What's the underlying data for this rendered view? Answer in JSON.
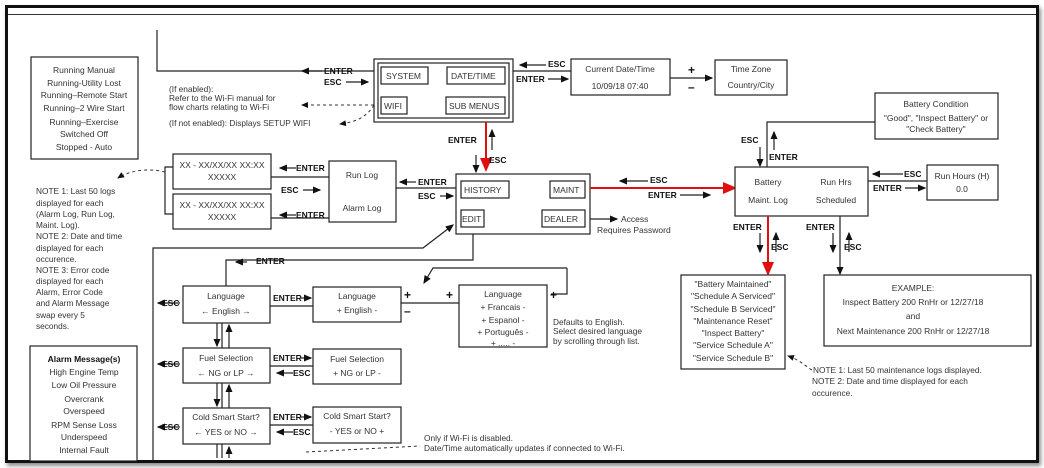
{
  "status_box": {
    "lines": [
      "Running Manual",
      "Running-Utility Lost",
      "Running–Remote Start",
      "Running–2 Wire Start",
      "Running–Exercise",
      "Switched Off",
      "Stopped - Auto"
    ]
  },
  "wifi_note": {
    "enabled_title": "(If enabled):",
    "enabled_line1": "Refer to the Wi-Fi manual for",
    "enabled_line2": "flow charts relating to Wi-Fi",
    "not_enabled": "(If not enabled): Displays SETUP WIFI"
  },
  "main_menu": {
    "system": "SYSTEM",
    "datetime": "DATE/TIME",
    "wifi": "WIFI",
    "submenus": "SUB MENUS"
  },
  "datetime_box": {
    "title": "Current Date/Time",
    "value": "10/09/18  07:40"
  },
  "timezone_box": {
    "title": "Time Zone",
    "value": "Country/City"
  },
  "battery_condition": {
    "title": "Battery Condition",
    "line1": "\"Good\", \"Inspect Battery\" or",
    "line2": "\"Check Battery\""
  },
  "submenu": {
    "history": "HISTORY",
    "maint": "MAINT",
    "edit": "EDIT",
    "dealer": "DEALER",
    "access1": "Access",
    "access2": "Requires Password"
  },
  "logs": {
    "entry_line1": "XX - XX/XX/XX XX:XX",
    "entry_line2": "XXXXX",
    "run_log": "Run Log",
    "alarm_log": "Alarm Log"
  },
  "maint_box": {
    "battery": "Battery",
    "maint_log": "Maint. Log",
    "run_hrs": "Run Hrs",
    "scheduled": "Scheduled"
  },
  "run_hours": {
    "title": "Run Hours (H)",
    "value": "0.0"
  },
  "notes_left": [
    "NOTE 1: Last 50 logs",
    "displayed for each",
    "(Alarm  Log, Run Log,",
    "Maint. Log).",
    "NOTE 2: Date and time",
    "displayed for each",
    "occurence.",
    "NOTE 3: Error code",
    "displayed for each",
    "Alarm,  Error Code",
    "and Alarm Message",
    "swap every 5",
    "seconds."
  ],
  "alarm_box": {
    "title": "Alarm Message(s)",
    "items": [
      "High Engine Temp",
      "Low Oil Pressure",
      "Overcrank",
      "Overspeed",
      "RPM Sense Loss",
      "Underspeed",
      "Internal Fault"
    ]
  },
  "edit_menu": {
    "language": {
      "title": "Language",
      "value": "←  English  →"
    },
    "language_edit": {
      "title": "Language",
      "value": "+  English  -"
    },
    "language_list": {
      "title": "Language",
      "items": [
        "+  Francais  -",
        "+  Espanol  -",
        "+ Português  -",
        "+  .....  -"
      ]
    },
    "language_note": [
      "Defaults to English.",
      "Select desired language",
      "by scrolling through list."
    ],
    "fuel": {
      "title": "Fuel Selection",
      "value": "←  NG or LP  →"
    },
    "fuel_edit": {
      "title": "Fuel Selection",
      "value": "+  NG or LP -"
    },
    "cold": {
      "title": "Cold Smart Start?",
      "value": "←  YES or NO  →"
    },
    "cold_edit": {
      "title": "Cold Smart Start?",
      "value": "-  YES or NO  +"
    }
  },
  "maint_log_list": [
    "\"Battery Maintained\"",
    "\"Schedule A Serviced\"",
    "\"Schedule B Serviced\"",
    "\"Maintenance Reset\"",
    "\"Inspect Battery\"",
    "\"Service Schedule A\"",
    "\"Service Schedule B\""
  ],
  "example_box": {
    "title": "EXAMPLE:",
    "line1": "Inspect Battery 200 RnHr or 12/27/18",
    "line2": "and",
    "line3": "Next Maintenance 200 RnHr or 12/27/18"
  },
  "notes_right": [
    "NOTE 1: Last 50 maintenance logs displayed.",
    "NOTE 2: Date and time displayed for each",
    "occurence."
  ],
  "wifi_footer": {
    "line1": "Only if Wi-Fi is disabled.",
    "line2": "Date/Time automatically updates if connected to Wi-Fi."
  },
  "labels": {
    "enter": "ENTER",
    "esc": "ESC",
    "plus": "+",
    "minus": "–"
  },
  "colors": {
    "highlight": "#e01010"
  }
}
